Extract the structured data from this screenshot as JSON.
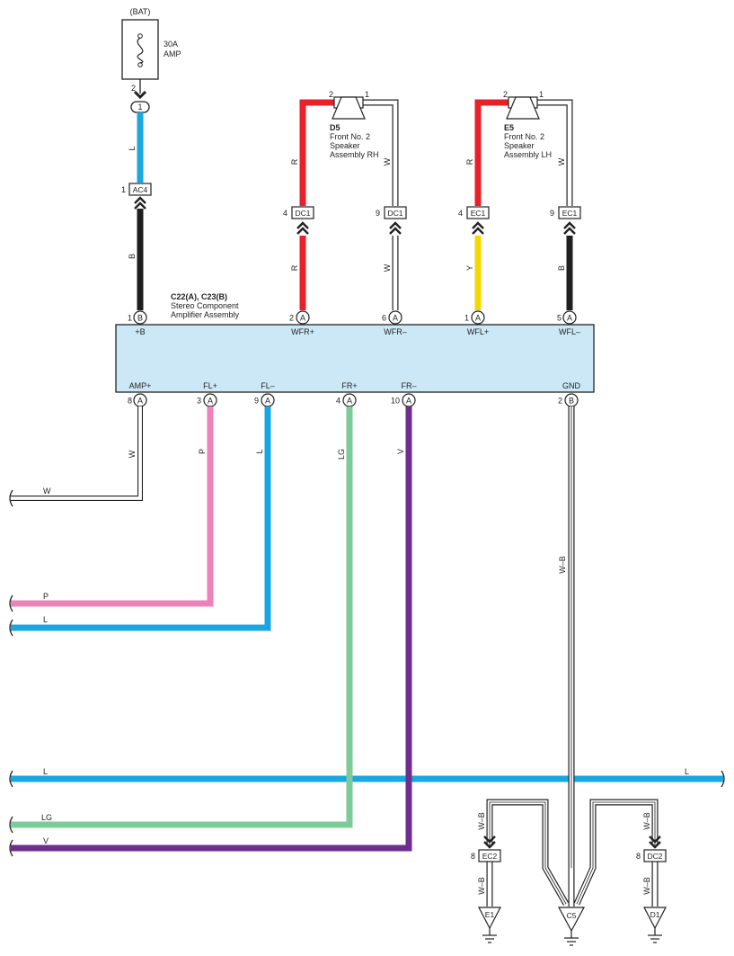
{
  "colors": {
    "R": "#e8202a",
    "L": "#1aa7e0",
    "B": "#1f1f1f",
    "Y": "#f5d800",
    "P": "#ec82b8",
    "LG": "#7ccb98",
    "V": "#6d2e8e",
    "W": "#ffffff",
    "amp_fill": "#cce8f6"
  },
  "battery": {
    "label": "(BAT)",
    "fuse_rating": "30A",
    "fuse_name": "AMP",
    "pin_top": "2",
    "connector_pin": "1"
  },
  "amplifier": {
    "id": "C22(A), C23(B)",
    "name_line1": "Stereo Component",
    "name_line2": "Amplifier Assembly",
    "top_pins": [
      {
        "num": "1",
        "conn": "B",
        "label": "+B"
      },
      {
        "num": "2",
        "conn": "A",
        "label": "WFR+"
      },
      {
        "num": "6",
        "conn": "A",
        "label": "WFR–"
      },
      {
        "num": "1",
        "conn": "A",
        "label": "WFL+"
      },
      {
        "num": "5",
        "conn": "A",
        "label": "WFL–"
      }
    ],
    "bottom_pins": [
      {
        "num": "8",
        "conn": "A",
        "label": "AMP+"
      },
      {
        "num": "3",
        "conn": "A",
        "label": "FL+"
      },
      {
        "num": "9",
        "conn": "A",
        "label": "FL–"
      },
      {
        "num": "4",
        "conn": "A",
        "label": "FR+"
      },
      {
        "num": "10",
        "conn": "A",
        "label": "FR–"
      },
      {
        "num": "2",
        "conn": "B",
        "label": "GND"
      }
    ]
  },
  "speakers": [
    {
      "id": "D5",
      "line1": "Front No.  2",
      "line2": "Speaker",
      "line3": "Assembly RH",
      "pin_left": "2",
      "pin_right": "1"
    },
    {
      "id": "E5",
      "line1": "Front No.  2",
      "line2": "Speaker",
      "line3": "Assembly LH",
      "pin_left": "2",
      "pin_right": "1"
    }
  ],
  "junctions": [
    {
      "pin": "1",
      "name": "AC4"
    },
    {
      "pin": "4",
      "name": "DC1"
    },
    {
      "pin": "9",
      "name": "DC1"
    },
    {
      "pin": "4",
      "name": "EC1"
    },
    {
      "pin": "9",
      "name": "EC1"
    },
    {
      "pin": "8",
      "name": "EC2"
    },
    {
      "pin": "8",
      "name": "DC2"
    }
  ],
  "wire_labels": {
    "bat_upper": "L",
    "bat_lower": "B",
    "d5_plus_upper": "R",
    "d5_plus_lower": "R",
    "d5_minus_upper": "W",
    "d5_minus_lower": "W",
    "e5_plus_upper": "R",
    "e5_plus_lower": "Y",
    "e5_minus_upper": "W",
    "e5_minus_lower": "B",
    "amp_plus": "W",
    "fl_plus": "P",
    "fl_minus": "L",
    "fr_plus": "LG",
    "fr_minus": "V",
    "gnd": "W–B",
    "ec2_upper": "W–B",
    "ec2_lower": "W–B",
    "dc2_upper": "W–B",
    "dc2_lower": "W–B"
  },
  "offpage": {
    "w": "W",
    "p": "P",
    "l1": "L",
    "l2_left": "L",
    "l2_right": "L",
    "lg": "LG",
    "v": "V"
  },
  "grounds": [
    "E1",
    "C5",
    "D1"
  ]
}
